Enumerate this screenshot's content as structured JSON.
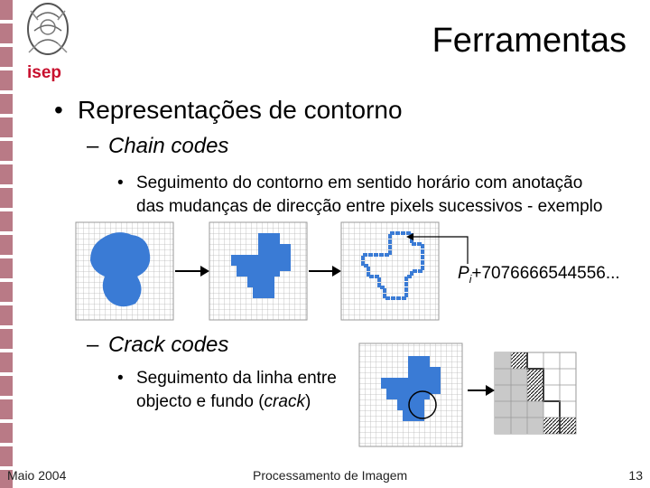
{
  "logo": {
    "text": "isep",
    "accent": "#c8102e"
  },
  "slide": {
    "title": "Ferramentas",
    "bullet1": "Representações de contorno",
    "chain_heading": "Chain codes",
    "chain_desc_line1": "Seguimento do contorno em sentido horário com anotação",
    "chain_desc_line2": "das mudanças de direcção entre pixels sucessivos - exemplo",
    "chain_code_symbol": "P",
    "chain_code_subscript": "i",
    "chain_code_value": "+7076666544556...",
    "crack_heading": "Crack codes",
    "crack_desc_line1": "Seguimento da linha entre",
    "crack_desc_line2_pre": "objecto e fundo (",
    "crack_desc_line2_em": "crack",
    "crack_desc_line2_post": ")"
  },
  "footer": {
    "date": "Maio 2004",
    "course": "Processamento de Imagem",
    "page": "13"
  },
  "colors": {
    "blob": "#3a7bd5",
    "grid": "#c9c9c9",
    "stripe": "#b97a86"
  }
}
